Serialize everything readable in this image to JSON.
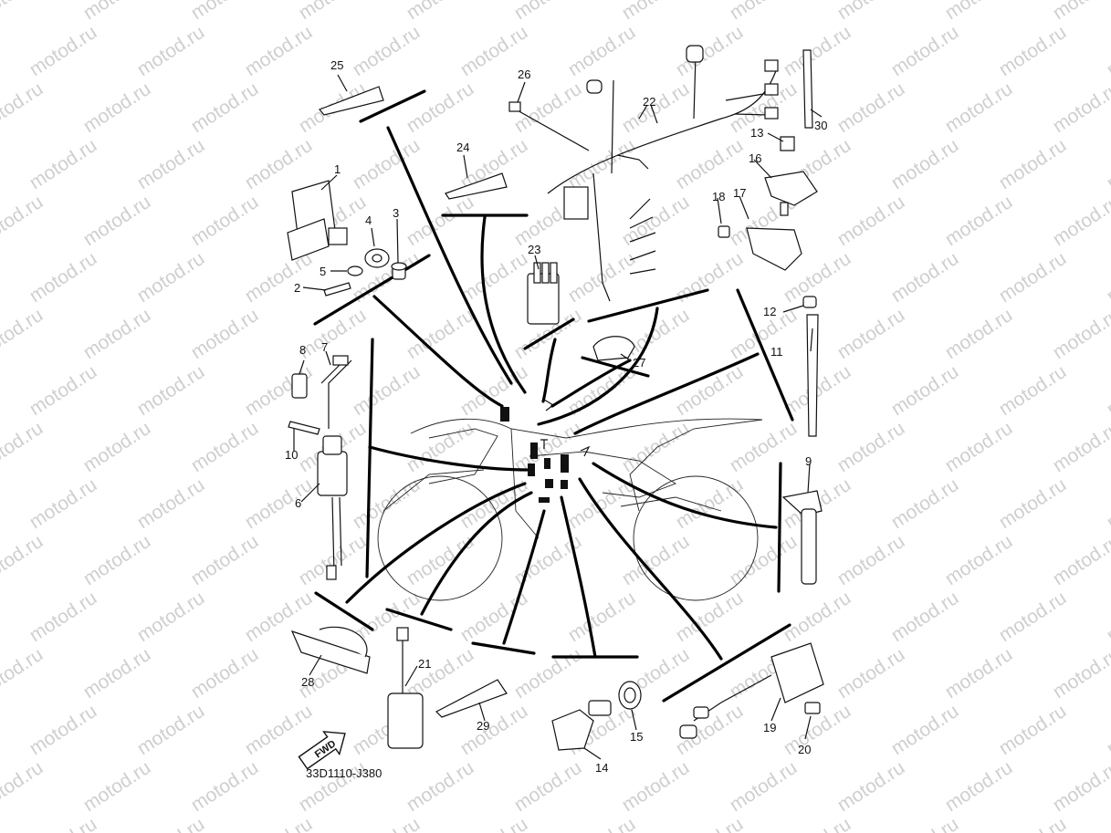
{
  "watermark": "motod.ru",
  "diagram_code": "33D1110-J380",
  "fwd_label": "FWD",
  "callouts": [
    "1",
    "2",
    "3",
    "4",
    "5",
    "6",
    "7",
    "8",
    "9",
    "10",
    "11",
    "12",
    "13",
    "14",
    "15",
    "16",
    "17",
    "18",
    "19",
    "20",
    "21",
    "22",
    "23",
    "24",
    "25",
    "26",
    "27",
    "28",
    "29",
    "30"
  ]
}
